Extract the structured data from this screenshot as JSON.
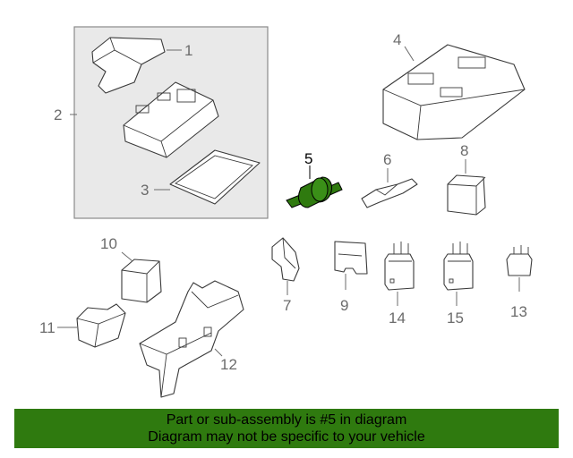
{
  "callouts": {
    "c1": "1",
    "c2": "2",
    "c3": "3",
    "c4": "4",
    "c5": "5",
    "c6": "6",
    "c7": "7",
    "c8": "8",
    "c9": "9",
    "c10": "10",
    "c11": "11",
    "c12": "12",
    "c13": "13",
    "c14": "14",
    "c15": "15"
  },
  "highlight_color": "#2f7a0f",
  "banner": {
    "line1": "Part or sub-assembly is #5 in diagram",
    "line2": "Diagram may not be specific to your vehicle"
  }
}
